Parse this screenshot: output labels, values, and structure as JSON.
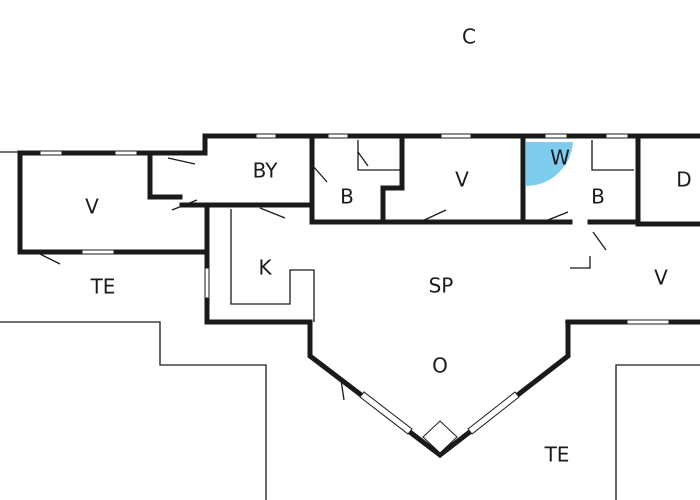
{
  "floor_plan": {
    "accent_color": "#7fcdee",
    "rooms": [
      {
        "id": "c",
        "label": "C"
      },
      {
        "id": "by",
        "label": "BY"
      },
      {
        "id": "v1",
        "label": "V"
      },
      {
        "id": "b1",
        "label": "B"
      },
      {
        "id": "v2",
        "label": "V"
      },
      {
        "id": "w",
        "label": "W"
      },
      {
        "id": "b2",
        "label": "B"
      },
      {
        "id": "d",
        "label": "D"
      },
      {
        "id": "k",
        "label": "K"
      },
      {
        "id": "sp",
        "label": "SP"
      },
      {
        "id": "v3",
        "label": "V"
      },
      {
        "id": "te1",
        "label": "TE"
      },
      {
        "id": "o",
        "label": "O"
      },
      {
        "id": "te2",
        "label": "TE"
      }
    ]
  }
}
